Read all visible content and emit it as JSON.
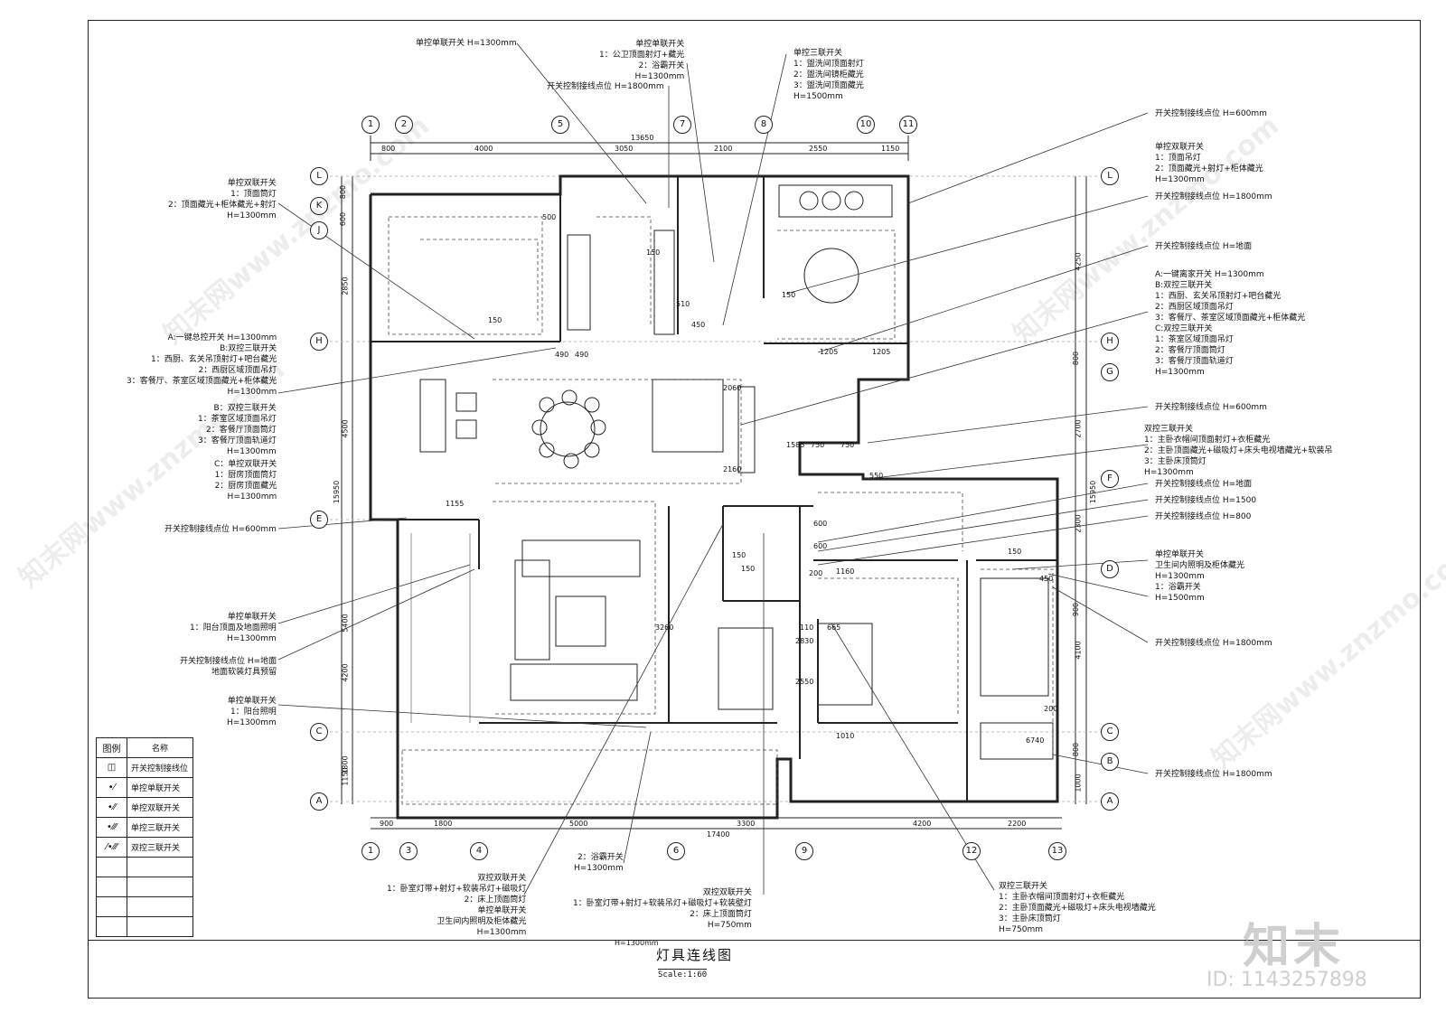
{
  "drawing": {
    "title": "灯具连线图",
    "scale": "Scale:1:60",
    "bottom_height_note": "H=1300mm"
  },
  "axes": {
    "top": [
      "1",
      "2",
      "5",
      "7",
      "8",
      "10",
      "11"
    ],
    "bottom": [
      "1",
      "3",
      "4",
      "6",
      "9",
      "12",
      "13"
    ],
    "left": [
      "L",
      "K",
      "J",
      "H",
      "E",
      "C",
      "A"
    ],
    "right": [
      "L",
      "H",
      "G",
      "F",
      "D",
      "C",
      "B",
      "A"
    ]
  },
  "dimensions": {
    "top_segments": [
      "800",
      "4000",
      "3050",
      "2100",
      "2550",
      "1150"
    ],
    "top_total": "13650",
    "bottom_segments": [
      "900",
      "1800",
      "5000",
      "3300",
      "4200",
      "2200"
    ],
    "bottom_total": "17400",
    "left_segments": [
      "800",
      "600",
      "2850",
      "4500",
      "5400",
      "4200",
      "1800",
      "1150"
    ],
    "left_total": "15950",
    "right_segments": [
      "4250",
      "800",
      "2700",
      "2300",
      "900",
      "4100",
      "800",
      "1000"
    ],
    "right_total": "15950",
    "inner": [
      "500",
      "150",
      "510",
      "150",
      "450",
      "490",
      "490",
      "1205",
      "1205",
      "1585",
      "750",
      "750",
      "550",
      "1155",
      "150",
      "150",
      "450",
      "2060",
      "2160",
      "600",
      "200",
      "3260",
      "2830",
      "2550",
      "665",
      "110",
      "600",
      "150",
      "150",
      "1160",
      "1010",
      "200",
      "6740"
    ]
  },
  "annotations_left": [
    {
      "lines": [
        "单控双联开关",
        "1：顶面筒灯",
        "2：顶面藏光+柜体藏光+射灯",
        "H=1300mm"
      ]
    },
    {
      "lines": [
        "A:一键总控开关 H=1300mm",
        "B:双控三联开关",
        "1：西厨、玄关吊顶射灯+吧台藏光",
        "2：西厨区域顶面吊灯",
        "3：客餐厅、茶室区域顶面藏光+柜体藏光",
        "H=1300mm"
      ]
    },
    {
      "lines": [
        "B：双控三联开关",
        "1：茶室区域顶面吊灯",
        "2：客餐厅顶面筒灯",
        "3：客餐厅顶面轨道灯",
        "H=1300mm"
      ]
    },
    {
      "lines": [
        "C：单控双联开关",
        "1：厨房顶面筒灯",
        "2：厨房顶面藏光",
        "H=1300mm"
      ]
    },
    {
      "lines": [
        "开关控制接线点位 H=600mm"
      ]
    },
    {
      "lines": [
        "单控单联开关",
        "1：阳台顶面及地面照明",
        "H=1300mm"
      ]
    },
    {
      "lines": [
        "开关控制接线点位 H=地面",
        "地面软装灯具预留"
      ]
    },
    {
      "lines": [
        "单控单联开关",
        "1：阳台照明",
        "H=1300mm"
      ]
    }
  ],
  "annotations_top": [
    {
      "lines": [
        "单控单联开关 H=1300mm"
      ]
    },
    {
      "lines": [
        "单控单联开关",
        "1：公卫顶面射灯+藏光",
        "2：浴霸开关",
        "H=1300mm"
      ]
    },
    {
      "lines": [
        "开关控制接线点位 H=1800mm"
      ]
    },
    {
      "lines": [
        "单控三联开关",
        "1：盥洗间顶面射灯",
        "2：盥洗间镜柜藏光",
        "3：盥洗间顶面藏光",
        "H=1500mm"
      ]
    }
  ],
  "annotations_right": [
    {
      "lines": [
        "开关控制接线点位 H=600mm"
      ]
    },
    {
      "lines": [
        "单控双联开关",
        "1：顶面吊灯",
        "2：顶面藏光+射灯+柜体藏光",
        "H=1300mm"
      ]
    },
    {
      "lines": [
        "开关控制接线点位 H=1800mm"
      ]
    },
    {
      "lines": [
        "开关控制接线点位 H=地面"
      ]
    },
    {
      "lines": [
        "A:一键离家开关 H=1300mm",
        "B:双控三联开关",
        "1：西厨、玄关吊顶射灯+吧台藏光",
        "2：西厨区域顶面吊灯",
        "3：客餐厅、茶室区域顶面藏光+柜体藏光",
        "C:双控三联开关",
        "1：茶室区域顶面吊灯",
        "2：客餐厅顶面筒灯",
        "3：客餐厅顶面轨道灯",
        "H=1300mm"
      ]
    },
    {
      "lines": [
        "开关控制接线点位 H=600mm"
      ]
    },
    {
      "lines": [
        "双控三联开关",
        "1：主卧衣帽间顶面射灯+衣柜藏光",
        "2：主卧顶面藏光+磁吸灯+床头电视墙藏光+软装吊",
        "3：主卧床顶筒灯",
        "H=1300mm"
      ]
    },
    {
      "lines": [
        "开关控制接线点位 H=地面"
      ]
    },
    {
      "lines": [
        "开关控制接线点位 H=1500"
      ]
    },
    {
      "lines": [
        "开关控制接线点位 H=800"
      ]
    },
    {
      "lines": [
        "单控单联开关",
        "卫生间内照明及柜体藏光",
        "H=1300mm"
      ]
    },
    {
      "lines": [
        "1：浴霸开关",
        "H=1500mm"
      ]
    },
    {
      "lines": [
        "开关控制接线点位 H=1800mm"
      ]
    },
    {
      "lines": [
        "开关控制接线点位 H=1800mm"
      ]
    }
  ],
  "annotations_bottom": [
    {
      "lines": [
        "双控双联开关",
        "1：卧室灯带+射灯+软装吊灯+磁吸灯",
        "2：床上顶面筒灯",
        "单控单联开关",
        "卫生间内照明及柜体藏光",
        "H=1300mm"
      ]
    },
    {
      "lines": [
        "2：浴霸开关",
        "H=1300mm"
      ]
    },
    {
      "lines": [
        "双控双联开关",
        "1：卧室灯带+射灯+软装吊灯+磁吸灯+软装壁灯",
        "2：床上顶面筒灯",
        "H=750mm"
      ]
    },
    {
      "lines": [
        "双控三联开关",
        "1：主卧衣帽间顶面射灯+衣柜藏光",
        "2：主卧顶面藏光+磁吸灯+床头电视墙藏光",
        "3：主卧床顶筒灯",
        "H=750mm"
      ]
    }
  ],
  "legend": {
    "header": {
      "icon": "图例",
      "name": "名称"
    },
    "rows": [
      {
        "icon_name": "junction-point-icon",
        "symbol": "◫",
        "label": "开关控制接线位"
      },
      {
        "icon_name": "single-switch-icon",
        "symbol": "•⁄",
        "label": "单控单联开关"
      },
      {
        "icon_name": "double-switch-icon",
        "symbol": "•⁄⁄",
        "label": "单控双联开关"
      },
      {
        "icon_name": "triple-switch-icon",
        "symbol": "•⁄⁄⁄",
        "label": "单控三联开关"
      },
      {
        "icon_name": "dual-triple-switch-icon",
        "symbol": "⁄•⁄⁄⁄",
        "label": "双控三联开关"
      }
    ],
    "empty_rows": 4
  },
  "watermark": {
    "logo": "知末",
    "id": "ID: 1143257898",
    "site": "知末网www.znzmo.com"
  }
}
